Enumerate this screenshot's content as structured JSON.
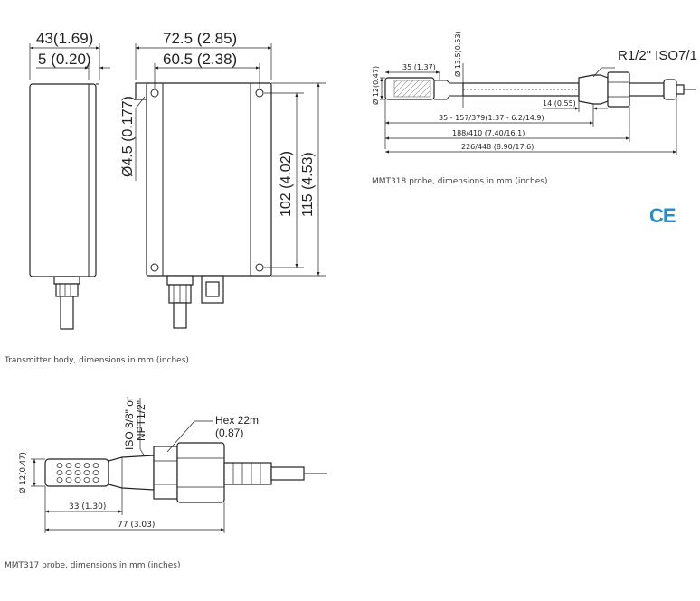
{
  "transmitter": {
    "dim_overall_depth": "43(1.69)",
    "dim_lid": "5 (0.20)",
    "dim_overall_width": "72.5 (2.85)",
    "dim_body_width": "60.5 (2.38)",
    "dim_hole": "Ø4.5 (0.177)",
    "dim_hole_spacing": "102 (4.02)",
    "dim_height": "115 (4.53)",
    "caption": "Transmitter body, dimensions in mm (inches)"
  },
  "mmt318": {
    "dim_dia_12": "Ø 12(0.47)",
    "dim_dia_13_5": "Ø 13.5(0.53)",
    "dim_35": "35 (1.37)",
    "thread": "R1/2\" ISO7/1",
    "dim_14": "14 (0.55)",
    "dim_35_157": "35 - 157/379(1.37 - 6.2/14.9)",
    "dim_188": "188/410 (7.40/16.1)",
    "dim_226": "226/448 (8.90/17.6)",
    "caption": "MMT318 probe, dimensions in mm (inches)"
  },
  "ce_mark": "CE",
  "mmt317": {
    "dim_dia_12": "Ø 12(0.47)",
    "thread_line1": "ISO 3/8\" or",
    "thread_line2": "NPT1/2\"",
    "hex_line1": "Hex 22m",
    "hex_line2": "(0.87)",
    "dim_33": "33 (1.30)",
    "dim_77": "77 (3.03)",
    "caption": "MMT317 probe, dimensions in mm (inches)"
  }
}
